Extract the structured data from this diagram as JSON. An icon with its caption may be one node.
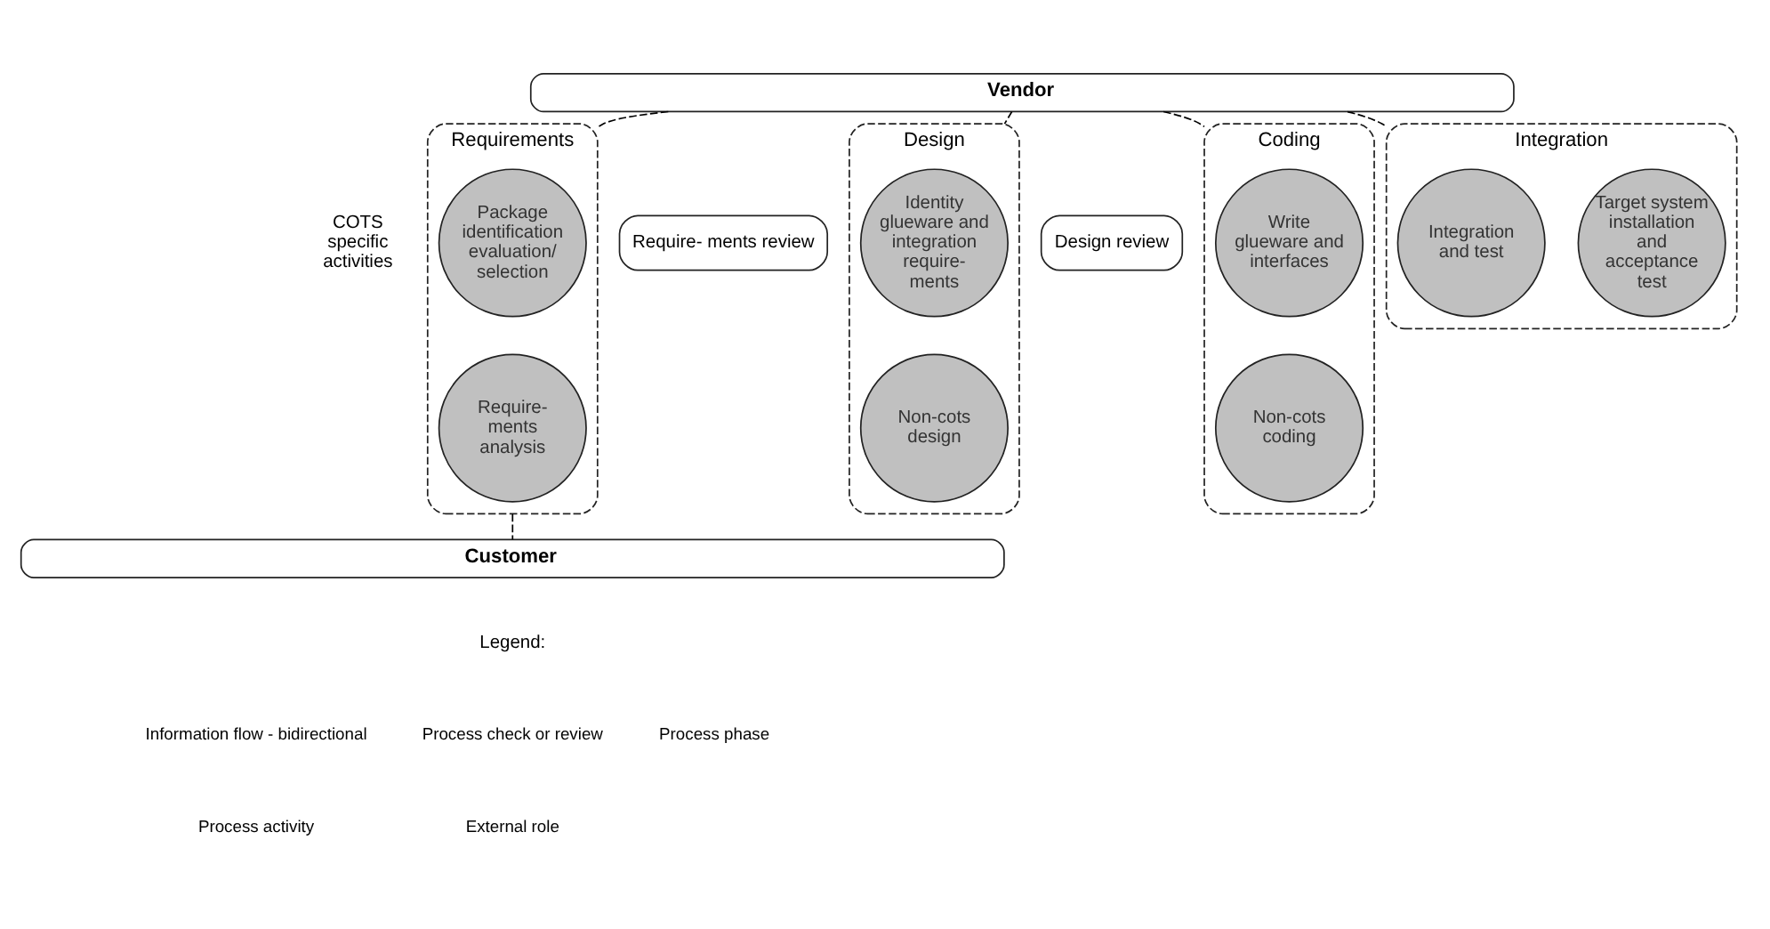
{
  "diagram": {
    "nodes": [
      {
        "text": [
          "Vendor"
        ]
      },
      {
        "text": [
          "Requirements"
        ]
      },
      {
        "text": [
          "Package identification evaluation/ selection"
        ],
        "in": 1
      },
      {
        "text": [
          "Require- ments analysis"
        ],
        "in": 1
      },
      {
        "text": [
          "Require- ments review"
        ]
      },
      {
        "text": [
          "Design"
        ]
      },
      {
        "text": [
          "Identity glueware and integration require- ments"
        ],
        "in": 5
      },
      {
        "text": [
          "Non-cots design"
        ],
        "in": 5
      },
      {
        "text": [
          "Design review"
        ]
      },
      {
        "text": [
          "Coding"
        ]
      },
      {
        "text": [
          "Write glueware and interfaces"
        ],
        "in": 9
      },
      {
        "text": [
          "Non-cots coding"
        ],
        "in": 9
      },
      {
        "text": [
          "Integration"
        ]
      },
      {
        "text": [
          "Integration and test"
        ],
        "in": 12
      },
      {
        "text": [
          "Target system installation and acceptance test"
        ],
        "in": 12
      },
      {
        "text": [
          "Customer"
        ]
      }
    ],
    "edges": [
      {
        "from": 0,
        "to": 1,
        "arrow": "none",
        "style": "dashed"
      },
      {
        "from": 0,
        "to": 5,
        "arrow": "none",
        "style": "dashed"
      },
      {
        "from": 0,
        "to": 9,
        "arrow": "none",
        "style": "dashed"
      },
      {
        "from": 0,
        "to": 12,
        "arrow": "none",
        "style": "dashed"
      },
      {
        "from": 1,
        "to": 15,
        "arrow": "none",
        "style": "dashed"
      }
    ],
    "labels": [
      "COTS specific activities",
      "Legend:"
    ],
    "legend": [
      {
        "text": "Information flow - bidirectional"
      },
      {
        "text": "Process check or review"
      },
      {
        "text": "Process phase"
      },
      {
        "text": "Process activity"
      },
      {
        "text": "External role"
      }
    ]
  }
}
